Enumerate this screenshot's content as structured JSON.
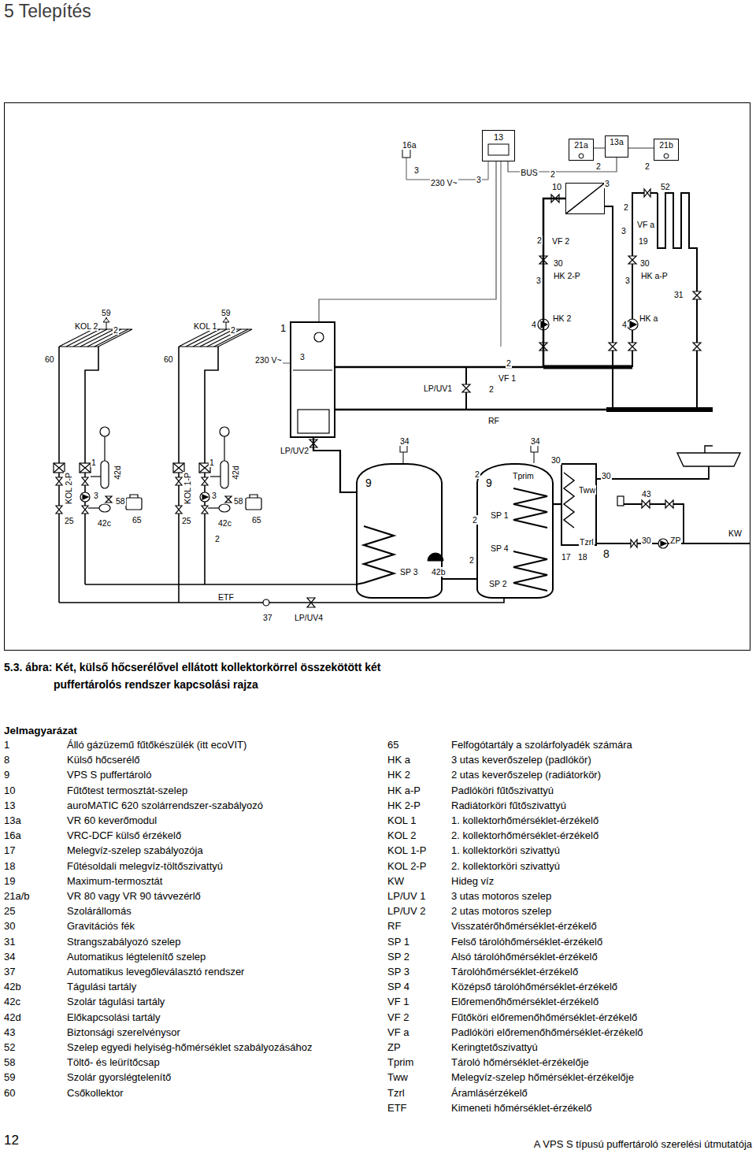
{
  "diagram": {
    "title": "5 Telepítés",
    "caption": "5.3. ábra: Két, külső hőcserélővel ellátott kollektorkörrel összekötött két puffertárolós rendszer kapcsolási rajza",
    "nodes": [
      {
        "text": [
          "13"
        ]
      },
      {
        "text": [
          "13a"
        ]
      },
      {
        "text": [
          "21a"
        ]
      },
      {
        "text": [
          "21b"
        ]
      },
      {
        "text": [
          "10"
        ]
      },
      {
        "text": [
          "1"
        ]
      },
      {
        "text": [
          "9"
        ]
      },
      {
        "text": [
          "9"
        ]
      },
      {
        "text": [
          "8"
        ]
      }
    ],
    "edges": [
      {
        "from": 0,
        "to": 1,
        "arrow": "none",
        "label": "BUS"
      },
      {
        "from": 1,
        "to": 2,
        "arrow": "none"
      },
      {
        "from": 1,
        "to": 3,
        "arrow": "none"
      },
      {
        "from": 0,
        "to": 5,
        "arrow": "none"
      },
      {
        "from": 5,
        "to": 4,
        "arrow": "none"
      },
      {
        "from": 5,
        "to": 6,
        "arrow": "none"
      },
      {
        "from": 6,
        "to": 7,
        "arrow": "none"
      },
      {
        "from": 7,
        "to": 8,
        "arrow": "none"
      }
    ],
    "labels": [
      "16a",
      "3",
      "230 V~",
      "3",
      "2",
      "2",
      "2",
      "3",
      "52",
      "2",
      "VF a",
      "3",
      "19",
      "2",
      "VF 2",
      "30",
      "HK 2-P",
      "3",
      "30",
      "HK a-P",
      "3",
      "31",
      "4",
      "HK 2",
      "4",
      "HK a",
      "59",
      "KOL 2",
      "2",
      "59",
      "KOL 1",
      "2",
      "60",
      "60",
      "230 V~",
      "3",
      "2",
      "VF 1",
      "2",
      "LP/UV1",
      "RF",
      "LP/UV2",
      "34",
      "34",
      "30",
      "30",
      "2",
      "Tprim",
      "Tww",
      "43",
      "KOL 2-P",
      "1",
      "42d",
      "3",
      "58",
      "25",
      "42c",
      "65",
      "KOL 1-P",
      "1",
      "42d",
      "3",
      "58",
      "25",
      "42c",
      "65",
      "2",
      "SP 1",
      "2",
      "SP 4",
      "2",
      "SP 3",
      "42b",
      "SP 2",
      "Tzrl",
      "30",
      "ZP",
      "KW",
      "17",
      "18",
      "ETF",
      "37",
      "LP/UV4",
      "Jelmagyarázat",
      "1",
      "Álló gázüzemű fűtőkészülék (itt ecoVIT)",
      "8",
      "Külső hőcserélő",
      "9",
      "VPS S puffertároló",
      "10",
      "Fűtőtest termosztát-szelep",
      "13",
      "auroMATIC 620 szolárrendszer-szabályozó",
      "13a",
      "VR 60 keverőmodul",
      "16a",
      "VRC-DCF külső érzékelő",
      "17",
      "Melegvíz-szelep szabályozója",
      "18",
      "Fűtésoldali melegvíz-töltőszivattyú",
      "19",
      "Maximum-termosztát",
      "21a/b",
      "VR 80 vagy VR 90 távvezérlő",
      "25",
      "Szolárállomás",
      "30",
      "Gravitációs fék",
      "31",
      "Strangszabályozó szelep",
      "34",
      "Automatikus légtelenítő szelep",
      "37",
      "Automatikus levegőleválasztó rendszer",
      "42b",
      "Tágulási tartály",
      "42c",
      "Szolár tágulási tartály",
      "42d",
      "Előkapcsolási tartály",
      "43",
      "Biztonsági szerelvénysor",
      "52",
      "Szelep egyedi helyiség-hőmérséklet szabályozásához",
      "58",
      "Töltő- és leürítőcsap",
      "59",
      "Szolár gyorslégtelenítő",
      "60",
      "Csőkollektor",
      "65",
      "Felfogótartály a szolárfolyadék számára",
      "HK a",
      "3 utas keverőszelep (padlókör)",
      "HK 2",
      "2 utas keverőszelep (radiátorkör)",
      "HK a-P",
      "Padlóköri fűtőszivattyú",
      "HK 2-P",
      "Radiátorköri fűtőszivattyú",
      "KOL 1",
      "1. kollektorhőmérséklet-érzékelő",
      "KOL 2",
      "2. kollektorhőmérséklet-érzékelő",
      "KOL 1-P",
      "1. kollektorköri szivattyú",
      "KOL 2-P",
      "2. kollektorköri szivattyú",
      "KW",
      "Hideg víz",
      "LP/UV 1",
      "3 utas motoros szelep",
      "LP/UV 2",
      "2 utas motoros szelep",
      "RF",
      "Visszatérőhőmérséklet-érzékelő",
      "SP 1",
      "Felső tárolóhőmérséklet-érzékelő",
      "SP 2",
      "Alsó tárolóhőmérséklet-érzékelő",
      "SP 3",
      "Tárolóhőmérséklet-érzékelő",
      "SP 4",
      "Középső tárolóhőmérséklet-érzékelő",
      "VF 1",
      "Előremenőhőmérséklet-érzékelő",
      "VF 2",
      "Fűtőköri előremenőhőmérséklet-érzékelő",
      "VF a",
      "Padlóköri előremenőhőmérséklet-érzékelő",
      "ZP",
      "Keringtetőszivattyú",
      "Tprim",
      "Tároló hőmérséklet-érzékelője",
      "Tww",
      "Melegvíz-szelep hőmérséklet-érzékelője",
      "Tzrl",
      "Áramlásérzékelő",
      "ETF",
      "Kimeneti hőmérséklet-érzékelő",
      "12",
      "A VPS S típusú puffertároló szerelési útmutatója"
    ]
  }
}
